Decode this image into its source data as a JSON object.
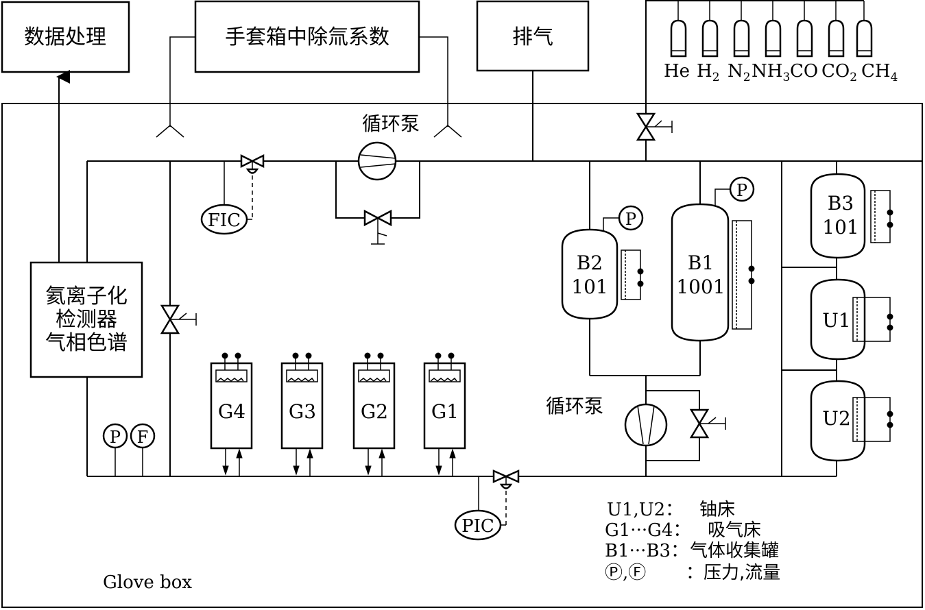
{
  "boxes": {
    "data_processing": "数据处理",
    "glovebox_degassing": "手套箱中除氚系数",
    "exhaust": "排气",
    "detector_line1": "氦离子化",
    "detector_line2": "检测器",
    "detector_line3": "气相色谱"
  },
  "pumps": {
    "top_pump_label": "循环泵",
    "bottom_pump_label": "循环泵"
  },
  "instruments": {
    "fic": "FIC",
    "pic": "PIC",
    "p": "P",
    "f": "F"
  },
  "gases": [
    "He",
    "H",
    "2",
    "N",
    "2",
    "NH",
    "3",
    "CO",
    "CO",
    "2",
    "CH",
    "4"
  ],
  "absorbers": [
    "G4",
    "G3",
    "G2",
    "G1"
  ],
  "tanks": {
    "b2_name": "B2",
    "b2_vol": "101",
    "b1_name": "B1",
    "b1_vol": "1001",
    "b3_name": "B3",
    "b3_vol": "101",
    "u1_name": "U1",
    "u2_name": "U2"
  },
  "legend": {
    "line1_key": "U1,U2：",
    "line1_val": "铀床",
    "line2_key": "G1···G4：",
    "line2_val": "吸气床",
    "line3_key": "B1···B3：",
    "line3_val": "气体收集罐",
    "line4_key": "Ⓟ,Ⓕ",
    "line4_val": "：压力,流量"
  },
  "glovebox_label": "Glove box"
}
